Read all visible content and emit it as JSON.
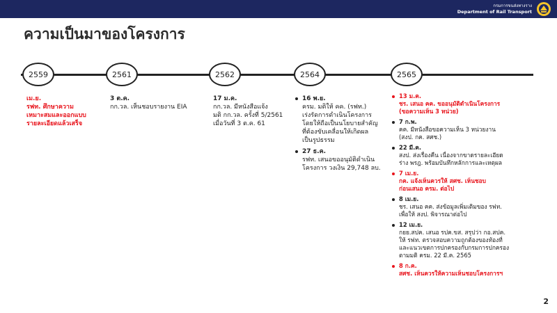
{
  "header": {
    "org_th": "กรมการขนส่งทางราง",
    "org_en": "Department of Rail Transport"
  },
  "title": "ความเป็นมาของโครงการ",
  "years": [
    "2559",
    "2561",
    "2562",
    "2564",
    "2565"
  ],
  "col2559": {
    "date": "เม.ย.",
    "lines": [
      "รฟท. ศึกษาความ",
      "เหมาะสมและออกแบบ",
      "รายละเอียดแล้วเสร็จ"
    ]
  },
  "col2561": {
    "date": "3 ต.ค.",
    "lines": [
      "กก.วล. เห็นชอบรายงาน EIA"
    ]
  },
  "col2562": {
    "date": "17 ม.ค.",
    "lines": [
      "กก.วล. มีหนังสือแจ้ง",
      "มติ กก.วล. ครั้งที่ 5/2561",
      "เมื่อวันที่ 3 ต.ค. 61"
    ]
  },
  "col2564": {
    "events": [
      {
        "date": "16 พ.ย.",
        "lines": [
          "ครม. มติให้ คค. (รฟท.)",
          "เร่งรัดการดำเนินโครงการ",
          "โดยให้ถือเป็นนโยบายสำคัญ",
          "ที่ต้องขับเคลื่อนให้เกิดผล",
          "เป็นรูปธรรม"
        ]
      },
      {
        "date": "27 ธ.ค.",
        "lines": [
          "รฟท. เสนอขออนุมัติดำเนิน",
          "โครงการ วงเงิน 29,748 ลบ."
        ]
      }
    ]
  },
  "col2565": {
    "events": [
      {
        "date": "13 ม.ค.",
        "lines": [
          "ชร. เสนอ คค. ขออนุมัติดำเนินโครงการ",
          "(ขอความเห็น 3 หน่วย)"
        ],
        "red": true
      },
      {
        "date": "7 ก.พ.",
        "lines": [
          "คค. มีหนังสือขอความเห็น 3 หน่วยงาน",
          "(สงป. กค. สศช.)"
        ],
        "red": false
      },
      {
        "date": "22 มี.ค.",
        "lines": [
          "สงป. ส่งเรื่องคืน เนื่องจากขาดรายละเอียด",
          "ร่าง พรฎ. พร้อมบันทึกหลักการและเหตุผล"
        ],
        "red": false
      },
      {
        "date": "7 เม.ย.",
        "lines": [
          "กค. แจ้งเห็นควรให้ สศช. เห็นชอบ",
          "ก่อนเสนอ ครม. ต่อไป"
        ],
        "red": true
      },
      {
        "date": "8 เม.ย.",
        "lines": [
          "ชร. เสนอ คค. ส่งข้อมูลเพิ่มเติมของ รฟท.",
          "เพื่อให้ สงป. พิจารณาต่อไป"
        ],
        "red": false
      },
      {
        "date": "12 เม.ย.",
        "lines": [
          "กยย.สปค. เสนอ รปค.ขส. สรุปว่า กอ.สปค.",
          "ให้ รฟท. ตรวจสอบความถูกต้องของท้องที่",
          "และแนวเขตการปกครองกับกรมการปกครอง",
          "ตามมติ ครม. 22 มี.ค. 2565"
        ],
        "red": false
      },
      {
        "date": "8 ก.ค.",
        "lines": [
          "สศช. เห็นควรให้ความเห็นชอบโครงการฯ"
        ],
        "red": true
      }
    ]
  },
  "page_number": "2"
}
